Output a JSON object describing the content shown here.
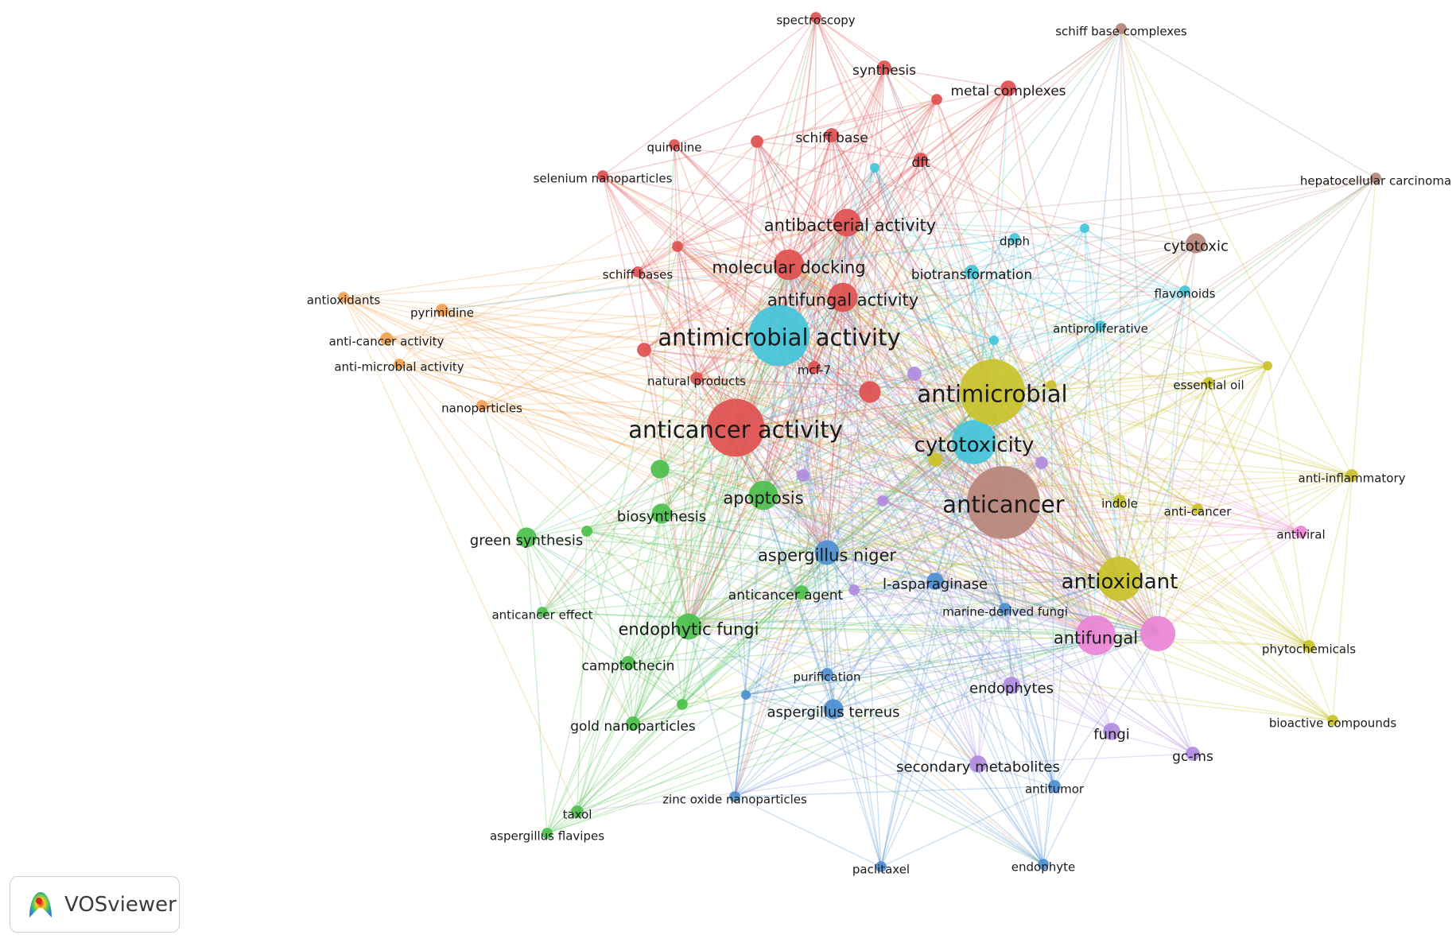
{
  "app": {
    "name": "VOSviewer"
  },
  "cluster_colors": {
    "red": "#e05050",
    "green": "#4cbf4c",
    "blue": "#4d8fd0",
    "yellow": "#c9c22a",
    "purple": "#b08be0",
    "cyan": "#43c4da",
    "orange": "#f0a050",
    "brown": "#b7847a",
    "pink": "#ea84d6"
  },
  "nodes": [
    {
      "id": "anticancer",
      "label": "anticancer",
      "cluster": "brown",
      "size": 5
    },
    {
      "id": "antimicrobial",
      "label": "antimicrobial",
      "cluster": "yellow",
      "size": 4.5
    },
    {
      "id": "antimicrobial-activity",
      "label": "antimicrobial activity",
      "cluster": "cyan",
      "size": 4.2
    },
    {
      "id": "anticancer-activity",
      "label": "anticancer activity",
      "cluster": "red",
      "size": 4
    },
    {
      "id": "cytotoxicity",
      "label": "cytotoxicity",
      "cluster": "cyan",
      "size": 3.1
    },
    {
      "id": "antioxidant",
      "label": "antioxidant",
      "cluster": "yellow",
      "size": 3.1
    },
    {
      "id": "antifungal",
      "label": "antifungal",
      "cluster": "pink",
      "size": 2.8
    },
    {
      "id": "molecular-docking",
      "label": "molecular docking",
      "cluster": "red",
      "size": 2.2
    },
    {
      "id": "antifungal-activity",
      "label": "antifungal activity",
      "cluster": "red",
      "size": 2.1
    },
    {
      "id": "antibacterial-activity",
      "label": "antibacterial activity",
      "cluster": "red",
      "size": 2
    },
    {
      "id": "apoptosis",
      "label": "apoptosis",
      "cluster": "green",
      "size": 2.1
    },
    {
      "id": "aspergillus-niger",
      "label": "aspergillus niger",
      "cluster": "blue",
      "size": 1.8
    },
    {
      "id": "endophytic-fungi",
      "label": "endophytic fungi",
      "cluster": "green",
      "size": 1.9
    },
    {
      "id": "biosynthesis",
      "label": "biosynthesis",
      "cluster": "green",
      "size": 1.5
    },
    {
      "id": "green-synthesis",
      "label": "green synthesis",
      "cluster": "green",
      "size": 1.5
    },
    {
      "id": "cytotoxic",
      "label": "cytotoxic",
      "cluster": "brown",
      "size": 1.5
    },
    {
      "id": "l-asparaginase",
      "label": "l-asparaginase",
      "cluster": "blue",
      "size": 1.3
    },
    {
      "id": "aspergillus-terreus",
      "label": "aspergillus terreus",
      "cluster": "blue",
      "size": 1.5
    },
    {
      "id": "endophytes",
      "label": "endophytes",
      "cluster": "purple",
      "size": 1.3
    },
    {
      "id": "fungi",
      "label": "fungi",
      "cluster": "purple",
      "size": 1.3
    },
    {
      "id": "secondary-metabolites",
      "label": "secondary metabolites",
      "cluster": "purple",
      "size": 1.3
    },
    {
      "id": "gold-nanoparticles",
      "label": "gold nanoparticles",
      "cluster": "green",
      "size": 1.1
    },
    {
      "id": "camptothecin",
      "label": "camptothecin",
      "cluster": "green",
      "size": 1.1
    },
    {
      "id": "anticancer-agent",
      "label": "anticancer agent",
      "cluster": "green",
      "size": 1.1
    },
    {
      "id": "marine-derived-fungi",
      "label": "marine-derived fungi",
      "cluster": "blue",
      "size": 1
    },
    {
      "id": "purification",
      "label": "purification",
      "cluster": "blue",
      "size": 1
    },
    {
      "id": "antitumor",
      "label": "antitumor",
      "cluster": "blue",
      "size": 1
    },
    {
      "id": "zinc-oxide-nanoparticles",
      "label": "zinc oxide nanoparticles",
      "cluster": "blue",
      "size": 0.9
    },
    {
      "id": "paclitaxel",
      "label": "paclitaxel",
      "cluster": "blue",
      "size": 0.9
    },
    {
      "id": "endophyte",
      "label": "endophyte",
      "cluster": "blue",
      "size": 0.9
    },
    {
      "id": "taxol",
      "label": "taxol",
      "cluster": "green",
      "size": 1
    },
    {
      "id": "aspergillus-flavipes",
      "label": "aspergillus flavipes",
      "cluster": "green",
      "size": 0.9
    },
    {
      "id": "anticancer-effect",
      "label": "anticancer effect",
      "cluster": "green",
      "size": 0.9
    },
    {
      "id": "gc-ms",
      "label": "gc-ms",
      "cluster": "purple",
      "size": 1.1
    },
    {
      "id": "bioactive-compounds",
      "label": "bioactive compounds",
      "cluster": "yellow",
      "size": 0.9
    },
    {
      "id": "phytochemicals",
      "label": "phytochemicals",
      "cluster": "yellow",
      "size": 1
    },
    {
      "id": "antiviral",
      "label": "antiviral",
      "cluster": "pink",
      "size": 1
    },
    {
      "id": "anti-inflammatory",
      "label": "anti-inflammatory",
      "cluster": "yellow",
      "size": 1
    },
    {
      "id": "indole",
      "label": "indole",
      "cluster": "yellow",
      "size": 1
    },
    {
      "id": "anti-cancer",
      "label": "anti-cancer",
      "cluster": "yellow",
      "size": 0.9
    },
    {
      "id": "essential-oil",
      "label": "essential oil",
      "cluster": "yellow",
      "size": 0.9
    },
    {
      "id": "antiproliferative",
      "label": "antiproliferative",
      "cluster": "cyan",
      "size": 0.9
    },
    {
      "id": "flavonoids",
      "label": "flavonoids",
      "cluster": "cyan",
      "size": 0.9
    },
    {
      "id": "biotransformation",
      "label": "biotransformation",
      "cluster": "cyan",
      "size": 1.1
    },
    {
      "id": "dpph",
      "label": "dpph",
      "cluster": "cyan",
      "size": 0.9
    },
    {
      "id": "hepatocellular-carcinoma",
      "label": "hepatocellular carcinoma",
      "cluster": "brown",
      "size": 0.9
    },
    {
      "id": "schiff-base-complexes",
      "label": "schiff base complexes",
      "cluster": "brown",
      "size": 0.9
    },
    {
      "id": "metal-complexes",
      "label": "metal complexes",
      "cluster": "red",
      "size": 1.2
    },
    {
      "id": "synthesis",
      "label": "synthesis",
      "cluster": "red",
      "size": 1.1
    },
    {
      "id": "spectroscopy",
      "label": "spectroscopy",
      "cluster": "red",
      "size": 0.9
    },
    {
      "id": "schiff-base",
      "label": "schiff base",
      "cluster": "red",
      "size": 1.1
    },
    {
      "id": "dft",
      "label": "dft",
      "cluster": "red",
      "size": 1.1
    },
    {
      "id": "quinoline",
      "label": "quinoline",
      "cluster": "red",
      "size": 0.9
    },
    {
      "id": "selenium-nanoparticles",
      "label": "selenium nanoparticles",
      "cluster": "red",
      "size": 0.9
    },
    {
      "id": "schiff-bases",
      "label": "schiff bases",
      "cluster": "red",
      "size": 0.9
    },
    {
      "id": "natural-products",
      "label": "natural products",
      "cluster": "red",
      "size": 1
    },
    {
      "id": "mcf-7",
      "label": "mcf-7",
      "cluster": "red",
      "size": 1
    },
    {
      "id": "antioxidants",
      "label": "antioxidants",
      "cluster": "orange",
      "size": 0.9
    },
    {
      "id": "pyrimidine",
      "label": "pyrimidine",
      "cluster": "orange",
      "size": 1
    },
    {
      "id": "anti-cancer-activity",
      "label": "anti-cancer activity",
      "cluster": "orange",
      "size": 1
    },
    {
      "id": "anti-microbial-activity",
      "label": "anti-microbial activity",
      "cluster": "orange",
      "size": 0.9
    },
    {
      "id": "nanoparticles",
      "label": "nanoparticles",
      "cluster": "orange",
      "size": 0.9
    },
    {
      "id": "red-node-a",
      "label": "",
      "cluster": "red",
      "size": 1.6
    },
    {
      "id": "red-node-b",
      "label": "",
      "cluster": "red",
      "size": 1.1
    },
    {
      "id": "red-node-c",
      "label": "",
      "cluster": "red",
      "size": 1
    },
    {
      "id": "red-node-d",
      "label": "",
      "cluster": "red",
      "size": 0.9
    },
    {
      "id": "red-node-e",
      "label": "",
      "cluster": "red",
      "size": 0.9
    },
    {
      "id": "green-node-a",
      "label": "",
      "cluster": "green",
      "size": 1.4
    },
    {
      "id": "green-node-b",
      "label": "",
      "cluster": "green",
      "size": 0.9
    },
    {
      "id": "green-node-c",
      "label": "",
      "cluster": "green",
      "size": 0.9
    },
    {
      "id": "blue-node-a",
      "label": "",
      "cluster": "blue",
      "size": 0.8
    },
    {
      "id": "purple-node-a",
      "label": "",
      "cluster": "purple",
      "size": 1.1
    },
    {
      "id": "purple-node-b",
      "label": "",
      "cluster": "purple",
      "size": 1
    },
    {
      "id": "purple-node-c",
      "label": "",
      "cluster": "purple",
      "size": 1
    },
    {
      "id": "purple-node-d",
      "label": "",
      "cluster": "purple",
      "size": 0.9
    },
    {
      "id": "purple-node-e",
      "label": "",
      "cluster": "purple",
      "size": 0.9
    },
    {
      "id": "pink-node-a",
      "label": "",
      "cluster": "pink",
      "size": 2.5
    },
    {
      "id": "cyan-node-a",
      "label": "",
      "cluster": "cyan",
      "size": 0.8
    },
    {
      "id": "cyan-node-b",
      "label": "",
      "cluster": "cyan",
      "size": 0.8
    },
    {
      "id": "cyan-node-c",
      "label": "",
      "cluster": "cyan",
      "size": 0.8
    },
    {
      "id": "yellow-node-a",
      "label": "",
      "cluster": "yellow",
      "size": 1.1
    },
    {
      "id": "yellow-node-b",
      "label": "",
      "cluster": "yellow",
      "size": 0.8
    },
    {
      "id": "yellow-node-c",
      "label": "",
      "cluster": "yellow",
      "size": 0.8
    }
  ]
}
